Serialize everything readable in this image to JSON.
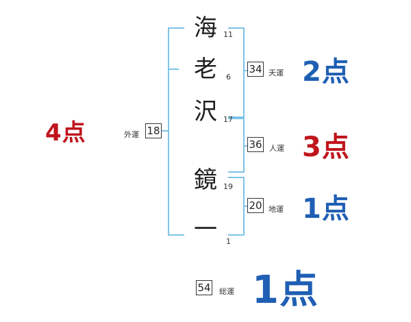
{
  "name_chars": [
    {
      "char": "海",
      "strokes": "11"
    },
    {
      "char": "老",
      "strokes": "6"
    },
    {
      "char": "沢",
      "strokes": "17"
    },
    {
      "char": "鏡",
      "strokes": "19"
    },
    {
      "char": "一",
      "strokes": "1"
    }
  ],
  "gaikaku": {
    "label": "外運",
    "value": "18",
    "score": "4点"
  },
  "tenkaku": {
    "label": "天運",
    "value": "34",
    "score": "2点"
  },
  "jinkaku": {
    "label": "人運",
    "value": "36",
    "score": "3点"
  },
  "chikaku": {
    "label": "地運",
    "value": "20",
    "score": "1点"
  },
  "soukaku": {
    "label": "総運",
    "value": "54",
    "score": "1点"
  },
  "colors": {
    "bracket": "#7ec3e6",
    "score_red": "#c0141c",
    "score_blue": "#1f5fb4"
  }
}
